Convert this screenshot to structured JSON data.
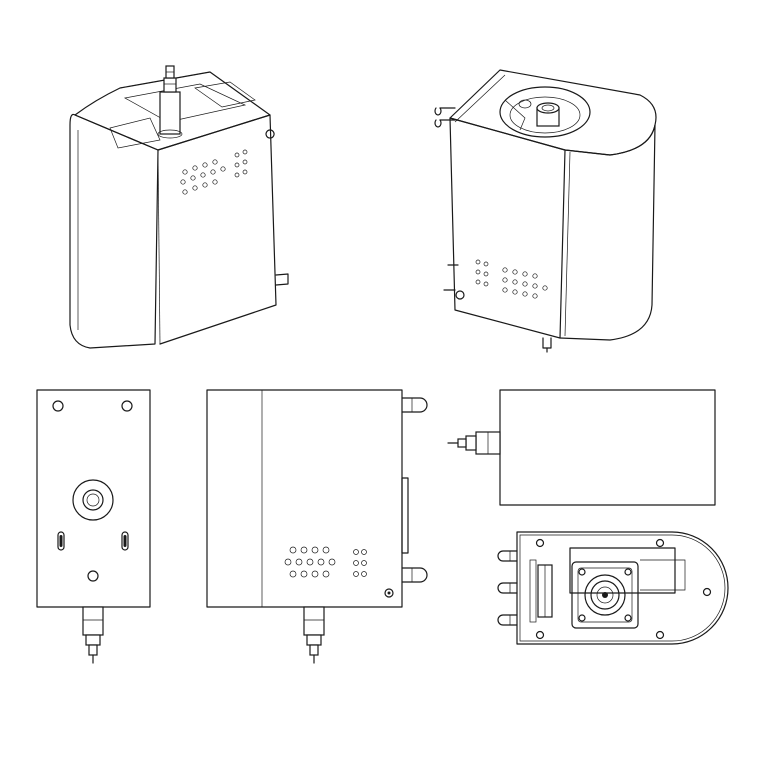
{
  "drawing": {
    "line_color": "#1a1a1a",
    "background": "#ffffff",
    "views": [
      {
        "id": "isometric-front",
        "kind": "isometric"
      },
      {
        "id": "isometric-rear",
        "kind": "isometric"
      },
      {
        "id": "front-elevation",
        "kind": "orthographic"
      },
      {
        "id": "side-elevation",
        "kind": "orthographic"
      },
      {
        "id": "top-plan",
        "kind": "orthographic"
      },
      {
        "id": "bottom-plan",
        "kind": "orthographic"
      }
    ]
  }
}
